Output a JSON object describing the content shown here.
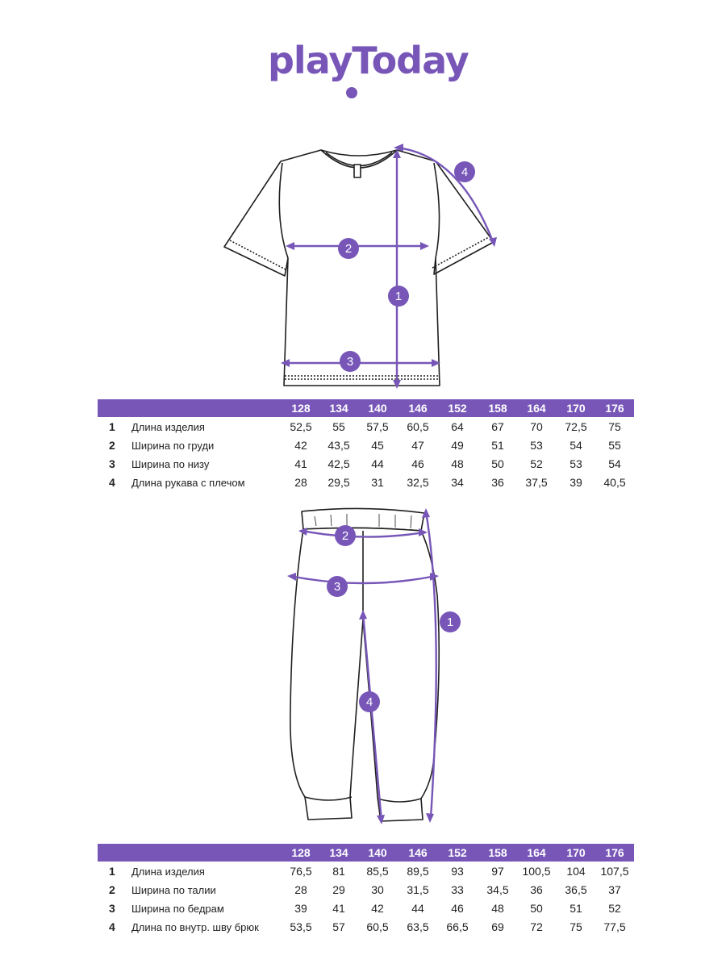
{
  "brand": {
    "logo_text": "playToday",
    "color": "#7756b8"
  },
  "accent_color": "#7756b8",
  "tshirt": {
    "markers": [
      "1",
      "2",
      "3",
      "4"
    ],
    "table": {
      "sizes": [
        "128",
        "134",
        "140",
        "146",
        "152",
        "158",
        "164",
        "170",
        "176"
      ],
      "rows": [
        {
          "num": "1",
          "label": "Длина изделия",
          "values": [
            "52,5",
            "55",
            "57,5",
            "60,5",
            "64",
            "67",
            "70",
            "72,5",
            "75"
          ]
        },
        {
          "num": "2",
          "label": "Ширина по груди",
          "values": [
            "42",
            "43,5",
            "45",
            "47",
            "49",
            "51",
            "53",
            "54",
            "55"
          ]
        },
        {
          "num": "3",
          "label": "Ширина по низу",
          "values": [
            "41",
            "42,5",
            "44",
            "46",
            "48",
            "50",
            "52",
            "53",
            "54"
          ]
        },
        {
          "num": "4",
          "label": "Длина рукава с плечом",
          "values": [
            "28",
            "29,5",
            "31",
            "32,5",
            "34",
            "36",
            "37,5",
            "39",
            "40,5"
          ]
        }
      ]
    }
  },
  "pants": {
    "markers": [
      "1",
      "2",
      "3",
      "4"
    ],
    "table": {
      "sizes": [
        "128",
        "134",
        "140",
        "146",
        "152",
        "158",
        "164",
        "170",
        "176"
      ],
      "rows": [
        {
          "num": "1",
          "label": "Длина изделия",
          "values": [
            "76,5",
            "81",
            "85,5",
            "89,5",
            "93",
            "97",
            "100,5",
            "104",
            "107,5"
          ]
        },
        {
          "num": "2",
          "label": "Ширина по талии",
          "values": [
            "28",
            "29",
            "30",
            "31,5",
            "33",
            "34,5",
            "36",
            "36,5",
            "37"
          ]
        },
        {
          "num": "3",
          "label": "Ширина по бедрам",
          "values": [
            "39",
            "41",
            "42",
            "44",
            "46",
            "48",
            "50",
            "51",
            "52"
          ]
        },
        {
          "num": "4",
          "label": "Длина по внутр. шву брюк",
          "values": [
            "53,5",
            "57",
            "60,5",
            "63,5",
            "66,5",
            "69",
            "72",
            "75",
            "77,5"
          ]
        }
      ]
    }
  }
}
